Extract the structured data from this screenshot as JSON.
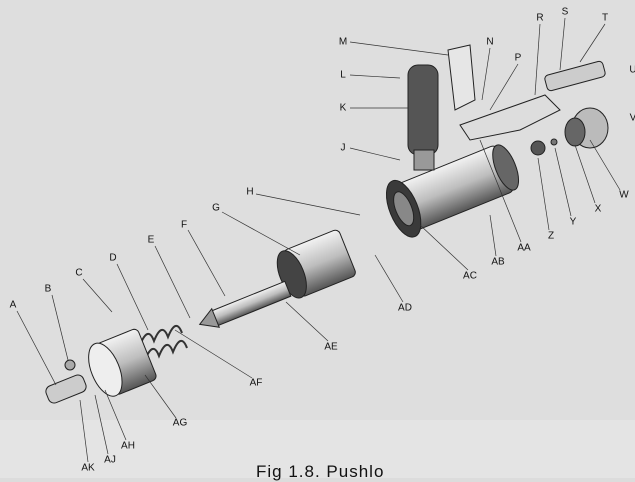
{
  "figure": {
    "caption": "Fig 1.8. Pushlo",
    "labels": [
      "A",
      "B",
      "C",
      "D",
      "E",
      "F",
      "G",
      "H",
      "J",
      "K",
      "L",
      "M",
      "N",
      "P",
      "R",
      "S",
      "T",
      "U",
      "V",
      "W",
      "X",
      "Y",
      "Z",
      "AA",
      "AB",
      "AC",
      "AD",
      "AE",
      "AF",
      "AG",
      "AH",
      "AJ",
      "AK"
    ]
  }
}
